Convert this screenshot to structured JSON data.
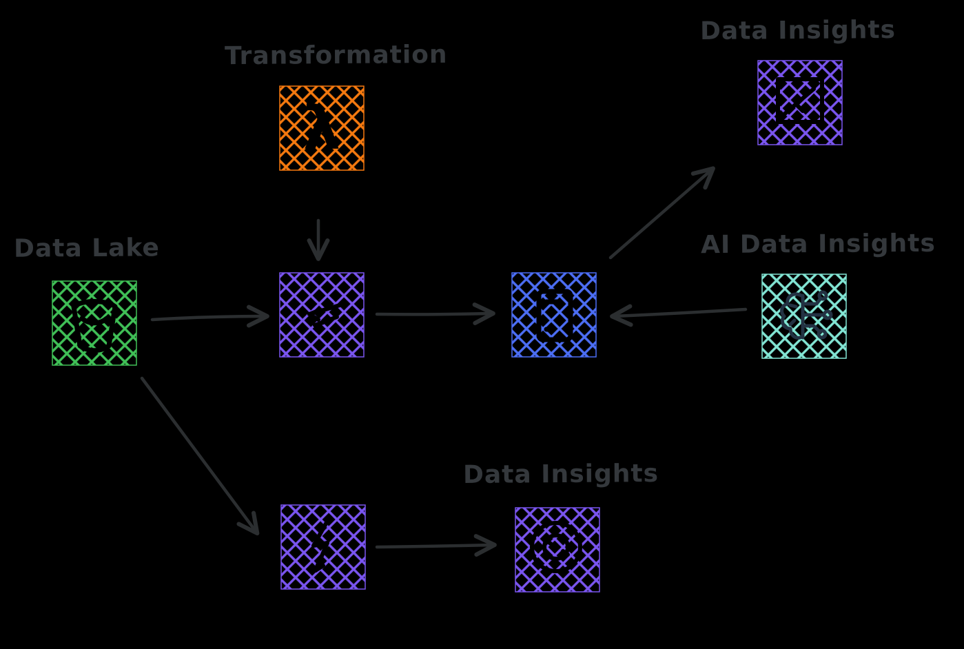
{
  "diagram": {
    "background_color": "#000000",
    "label_color": "#34383c",
    "arrow_color": "#2b2e30",
    "labels": {
      "transformation": "Transformation",
      "data_lake": "Data Lake",
      "data_insights_top": "Data Insights",
      "ai_data_insights": "AI Data Insights",
      "data_insights_bottom": "Data Insights"
    },
    "nodes": [
      {
        "id": "transformation",
        "label": "Transformation",
        "icon": "lambda-icon",
        "color": "#f5790f",
        "fill_style": "cross-hatch"
      },
      {
        "id": "data-lake",
        "label": "Data Lake",
        "icon": "bucket-icon",
        "color": "#40c057",
        "fill_style": "cross-hatch"
      },
      {
        "id": "etl-process",
        "label": "",
        "icon": "etl-icon",
        "color": "#7a55f0",
        "fill_style": "cross-hatch"
      },
      {
        "id": "data-warehouse",
        "label": "",
        "icon": "database-icon",
        "color": "#4c6ef5",
        "fill_style": "cross-hatch"
      },
      {
        "id": "data-insights-top",
        "label": "Data Insights",
        "icon": "chart-icon",
        "color": "#7a55f0",
        "fill_style": "cross-hatch"
      },
      {
        "id": "ai-data-insights",
        "label": "AI Data Insights",
        "icon": "brain-circuit-icon",
        "color": "#82e5d4",
        "icon_color": "#233243",
        "fill_style": "cross-hatch"
      },
      {
        "id": "query-engine",
        "label": "",
        "icon": "query-icon",
        "color": "#7a55f0",
        "fill_style": "cross-hatch"
      },
      {
        "id": "data-insights-bottom",
        "label": "Data Insights",
        "icon": "radar-icon",
        "color": "#7a55f0",
        "fill_style": "cross-hatch"
      }
    ],
    "edges": [
      {
        "from": "data-lake",
        "to": "etl-process"
      },
      {
        "from": "transformation",
        "to": "etl-process"
      },
      {
        "from": "etl-process",
        "to": "data-warehouse"
      },
      {
        "from": "data-warehouse",
        "to": "data-insights-top"
      },
      {
        "from": "ai-data-insights",
        "to": "data-warehouse"
      },
      {
        "from": "data-lake",
        "to": "query-engine"
      },
      {
        "from": "query-engine",
        "to": "data-insights-bottom"
      }
    ]
  }
}
